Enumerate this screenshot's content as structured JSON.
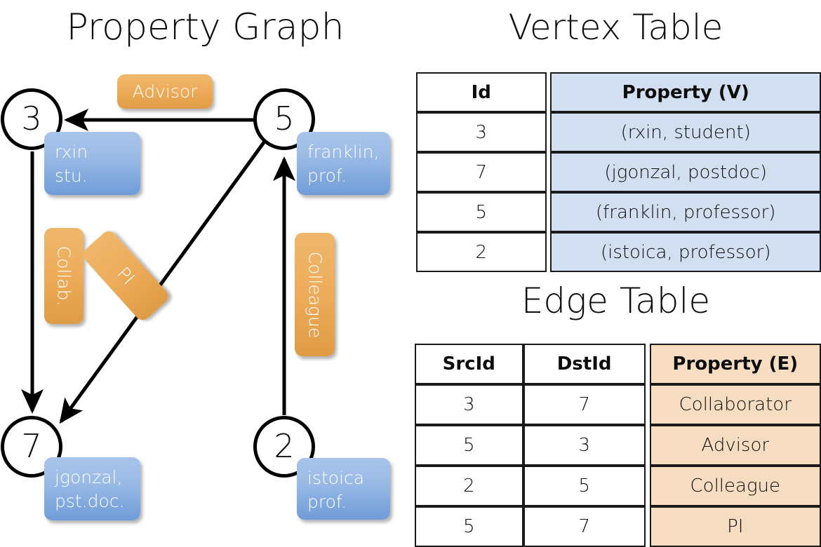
{
  "titles": {
    "property_graph": "Property Graph",
    "vertex_table": "Vertex Table",
    "edge_table": "Edge Table"
  },
  "graph": {
    "nodes": [
      {
        "id": "3",
        "label_line1": "rxin",
        "label_line2": "stu."
      },
      {
        "id": "5",
        "label_line1": "franklin,",
        "label_line2": "prof."
      },
      {
        "id": "7",
        "label_line1": "jgonzal,",
        "label_line2": "pst.doc."
      },
      {
        "id": "2",
        "label_line1": "istoica",
        "label_line2": "prof."
      }
    ],
    "edge_labels": [
      {
        "text": "Advisor"
      },
      {
        "text": "Collab."
      },
      {
        "text": "PI"
      },
      {
        "text": "Colleague"
      }
    ],
    "edges": [
      {
        "from": "5",
        "to": "3",
        "label": "Advisor"
      },
      {
        "from": "3",
        "to": "7",
        "label": "Collab."
      },
      {
        "from": "5",
        "to": "7",
        "label": "PI"
      },
      {
        "from": "2",
        "to": "5",
        "label": "Colleague"
      }
    ]
  },
  "vertex_table": {
    "headers": [
      "Id",
      "Property (V)"
    ],
    "rows": [
      {
        "id": "3",
        "property": "(rxin, student)"
      },
      {
        "id": "7",
        "property": "(jgonzal, postdoc)"
      },
      {
        "id": "5",
        "property": "(franklin, professor)"
      },
      {
        "id": "2",
        "property": "(istoica, professor)"
      }
    ]
  },
  "edge_table": {
    "headers": [
      "SrcId",
      "DstId",
      "Property (E)"
    ],
    "rows": [
      {
        "src": "3",
        "dst": "7",
        "property": "Collaborator"
      },
      {
        "src": "5",
        "dst": "3",
        "property": "Advisor"
      },
      {
        "src": "2",
        "dst": "5",
        "property": "Colleague"
      },
      {
        "src": "5",
        "dst": "7",
        "property": "PI"
      }
    ]
  },
  "colors": {
    "vertex_property_fill": "#d2dff0",
    "edge_property_fill": "#f6ddc2",
    "node_box_blue": "#6f9cd8",
    "edge_box_orange": "#eead5c",
    "stroke": "#000000",
    "background": "#ffffff"
  }
}
